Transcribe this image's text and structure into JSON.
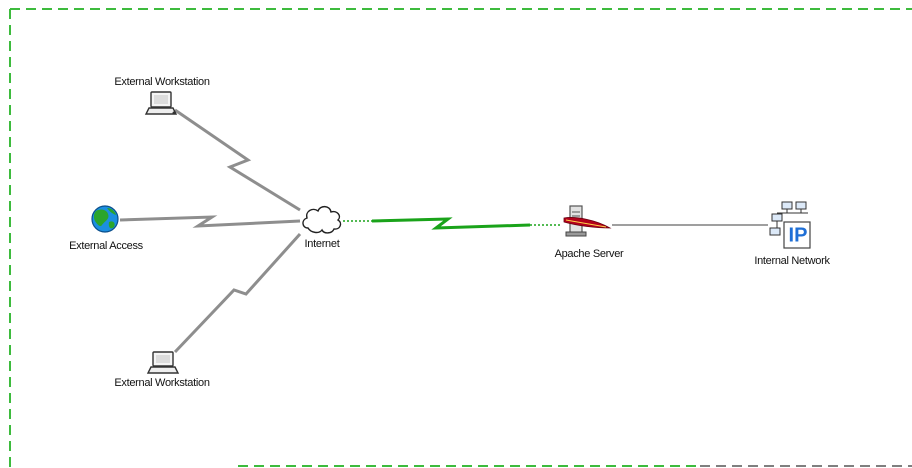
{
  "diagram": {
    "nodes": {
      "workstation_top": {
        "label": "External Workstation",
        "icon": "laptop-icon"
      },
      "external_access": {
        "label": "External Access",
        "icon": "globe-icon"
      },
      "workstation_bottom": {
        "label": "External Workstation",
        "icon": "laptop-icon"
      },
      "internet": {
        "label": "Internet",
        "icon": "cloud-icon"
      },
      "apache": {
        "label": "Apache Server",
        "icon": "server-icon"
      },
      "internal": {
        "label": "Internal Network",
        "icon": "ip-network-icon",
        "badge": "IP"
      }
    },
    "links": [
      {
        "from": "workstation_top",
        "to": "internet",
        "style": "lightning",
        "color": "#8e8e8e"
      },
      {
        "from": "external_access",
        "to": "internet",
        "style": "lightning",
        "color": "#8e8e8e"
      },
      {
        "from": "workstation_bottom",
        "to": "internet",
        "style": "lightning",
        "color": "#8e8e8e"
      },
      {
        "from": "internet",
        "to": "apache",
        "style": "lightning",
        "color": "#1aa31a"
      },
      {
        "from": "apache",
        "to": "internal",
        "style": "line",
        "color": "#666666"
      }
    ],
    "colors": {
      "border_dash": "#3dbb3d",
      "wan_link": "#8e8e8e",
      "secure_link": "#1aa31a",
      "lan_link": "#666666",
      "ip_badge": "#1f6fd6",
      "apache_feather": "#b3001b"
    }
  }
}
